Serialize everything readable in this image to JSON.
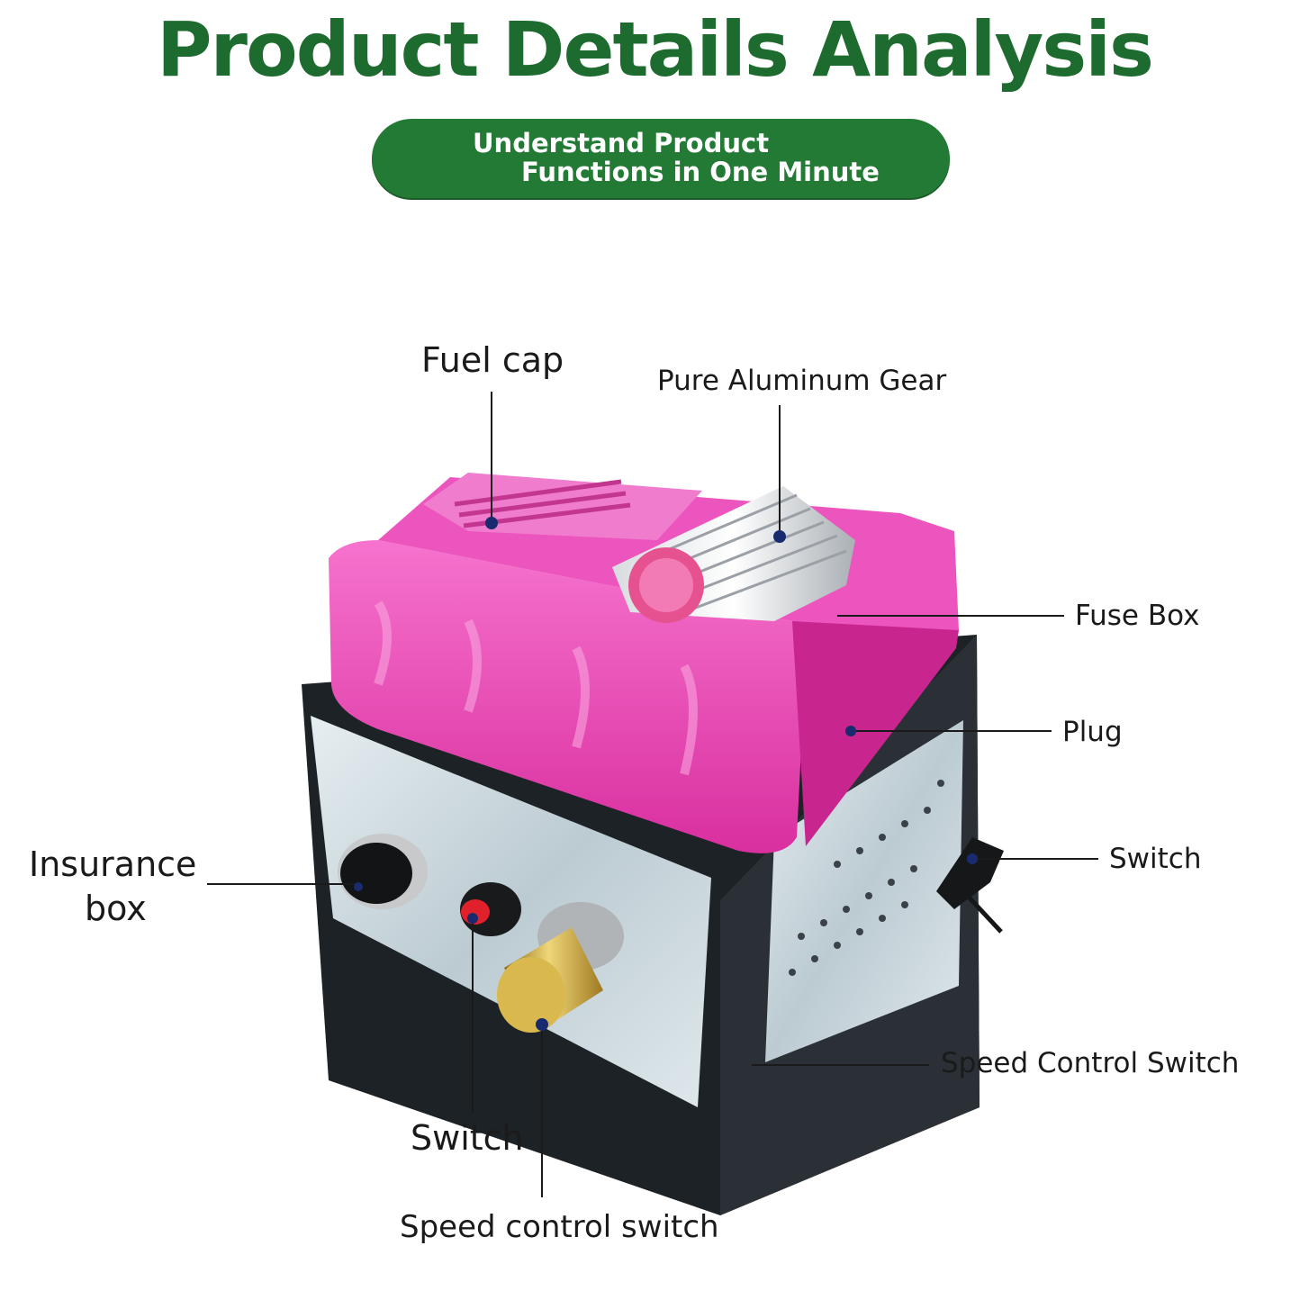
{
  "header": {
    "title": "Product Details Analysis",
    "subtitle_line1": "Understand Product",
    "subtitle_line2": "Functions in One Minute"
  },
  "callouts": {
    "fuel_cap": "Fuel cap",
    "gear": "Pure Aluminum Gear",
    "fuse_box": "Fuse Box",
    "plug": "Plug",
    "switch_right": "Switch",
    "insurance_line1": "Insurance",
    "insurance_line2": "box",
    "switch_bottom": "Switch",
    "speed_right": "Speed Control Switch",
    "speed_bottom": "Speed control switch"
  },
  "colors": {
    "brand_green": "#1e6b2f",
    "pill_green": "#237a35",
    "housing_pink": "#e83fb0",
    "base_black": "#1d2226",
    "panel_silver": "#cfdbe0",
    "knob_brass": "#c9a640",
    "leader_navy": "#1a2a6e"
  }
}
